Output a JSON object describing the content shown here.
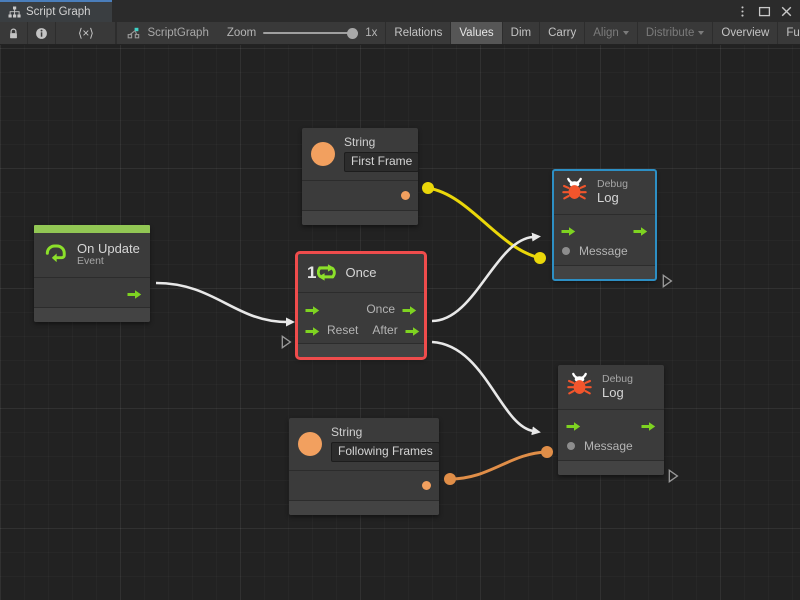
{
  "window": {
    "tab_label": "Script Graph",
    "tab_icon": "graph-hierarchy-icon",
    "menu_icon": "kebab-menu-icon",
    "maximize_icon": "maximize-icon",
    "close_icon": "close-icon"
  },
  "toolbar": {
    "lock_icon": "lock-icon",
    "info_icon": "info-icon",
    "code_icon": "angle-brackets-x-icon",
    "graph_icon": "script-graph-icon",
    "graph_name": "ScriptGraph",
    "zoom_label": "Zoom",
    "zoom_level": "1x",
    "zoom_value": 100,
    "buttons": [
      {
        "label": "Relations",
        "state": "normal"
      },
      {
        "label": "Values",
        "state": "active"
      },
      {
        "label": "Dim",
        "state": "normal"
      },
      {
        "label": "Carry",
        "state": "normal"
      },
      {
        "label": "Align",
        "state": "disabled",
        "dropdown": true
      },
      {
        "label": "Distribute",
        "state": "disabled",
        "dropdown": true
      },
      {
        "label": "Overview",
        "state": "normal"
      },
      {
        "label": "Full Screen",
        "state": "normal"
      }
    ]
  },
  "colors": {
    "accent_event": "#92c754",
    "accent_selected_red": "#ef4c4c",
    "accent_selected_blue": "#2d8fc4",
    "flow_green": "#7ed321",
    "value_orange": "#f2a05f",
    "edge_white": "#e8e8e8",
    "edge_yellow": "#ead70a",
    "edge_orange": "#e08e48",
    "canvas_bg": "#222222",
    "node_bg": "#3b3b3b"
  },
  "graph": {
    "nodes": [
      {
        "id": "on-update",
        "title": "On Update",
        "subtitle": "Event",
        "icon": "update-loop-icon",
        "selected": false,
        "accent": "#92c754",
        "ports": {
          "out_flow": ""
        }
      },
      {
        "id": "string-first-frame",
        "title": "String",
        "icon": "string-value-icon",
        "value": "First Frame",
        "selected": false,
        "ports": {
          "out_value": ""
        }
      },
      {
        "id": "once",
        "title": "Once",
        "icon": "once-counter-icon",
        "selected": true,
        "selection_color": "#ef4c4c",
        "ports": {
          "in_flow": "",
          "in_reset": "Reset",
          "out_once": "Once",
          "out_after": "After"
        }
      },
      {
        "id": "string-following-frames",
        "title": "String",
        "icon": "string-value-icon",
        "value": "Following Frames",
        "selected": false,
        "ports": {
          "out_value": ""
        }
      },
      {
        "id": "debug-log-1",
        "title_small": "Debug",
        "title_large": "Log",
        "icon": "bug-icon",
        "selected": true,
        "selection_color": "#2d8fc4",
        "ports": {
          "in_flow": "",
          "out_flow": "",
          "in_message": "Message"
        }
      },
      {
        "id": "debug-log-2",
        "title_small": "Debug",
        "title_large": "Log",
        "icon": "bug-icon",
        "selected": false,
        "ports": {
          "in_flow": "",
          "out_flow": "",
          "in_message": "Message"
        }
      }
    ],
    "edges": [
      {
        "from": "on-update.out_flow",
        "to": "once.in_flow",
        "kind": "flow",
        "color": "#e8e8e8"
      },
      {
        "from": "string-first-frame.out_value",
        "to": "debug-log-1.in_message",
        "kind": "value",
        "color": "#ead70a"
      },
      {
        "from": "once.out_once",
        "to": "debug-log-1.in_flow",
        "kind": "flow",
        "color": "#e8e8e8"
      },
      {
        "from": "once.out_after",
        "to": "debug-log-2.in_flow",
        "kind": "flow",
        "color": "#e8e8e8"
      },
      {
        "from": "string-following-frames.out_value",
        "to": "debug-log-2.in_message",
        "kind": "value",
        "color": "#e08e48"
      }
    ]
  }
}
